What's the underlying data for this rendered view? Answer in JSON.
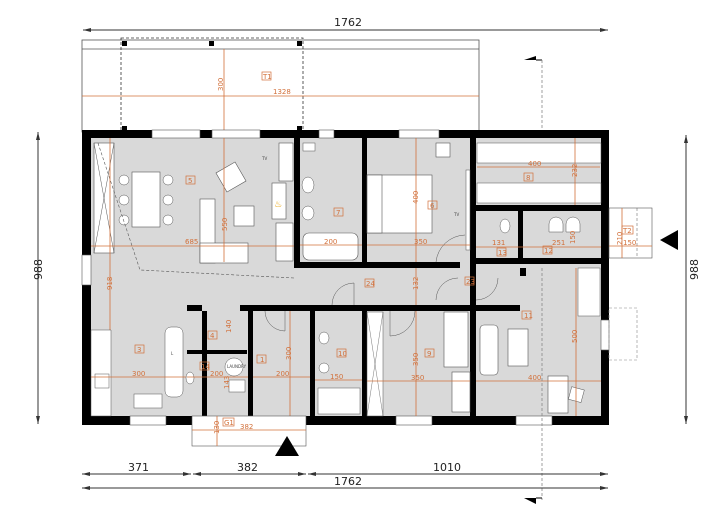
{
  "drawing": {
    "type": "floor-plan",
    "overall_dimensions": {
      "top_width": "1762",
      "bottom_width": "1762",
      "left_height": "988",
      "right_height": "988",
      "bottom_segments": [
        "371",
        "382",
        "1010"
      ]
    },
    "colors": {
      "wall": "#000000",
      "floor": "#d9d9d9",
      "annotation": "#d2703a",
      "dimension_line": "#333333"
    },
    "terrace": {
      "tag": "T1",
      "width": "1328",
      "depth": "300"
    },
    "rooms": [
      {
        "tag": "5",
        "width": "685",
        "depth": "550"
      },
      {
        "tag": "7",
        "width": "200"
      },
      {
        "tag": "6",
        "width": "350",
        "depth": "400"
      },
      {
        "tag": "8",
        "width": "400",
        "depth": "232"
      },
      {
        "tag": "13",
        "width": "131"
      },
      {
        "tag": "12",
        "width": "251",
        "depth": "150"
      },
      {
        "tag": "T2",
        "width": "150",
        "depth": "210"
      },
      {
        "tag": "24",
        "depth": "132"
      },
      {
        "tag": "23"
      },
      {
        "tag": "3",
        "width": "300",
        "depth": "918"
      },
      {
        "tag": "4",
        "depth": "140"
      },
      {
        "tag": "14",
        "width": "200",
        "depth": "143"
      },
      {
        "tag": "1",
        "width": "200",
        "depth": "300"
      },
      {
        "tag": "10",
        "width": "150"
      },
      {
        "tag": "9",
        "width": "350",
        "depth": "350"
      },
      {
        "tag": "11",
        "width": "400",
        "depth": "500"
      },
      {
        "tag": "G1",
        "width": "382",
        "depth": "130"
      }
    ],
    "labels": {
      "tv1": "TV",
      "tv2": "TV",
      "laundry": "LAUNDRY",
      "l_mark": "L"
    }
  }
}
